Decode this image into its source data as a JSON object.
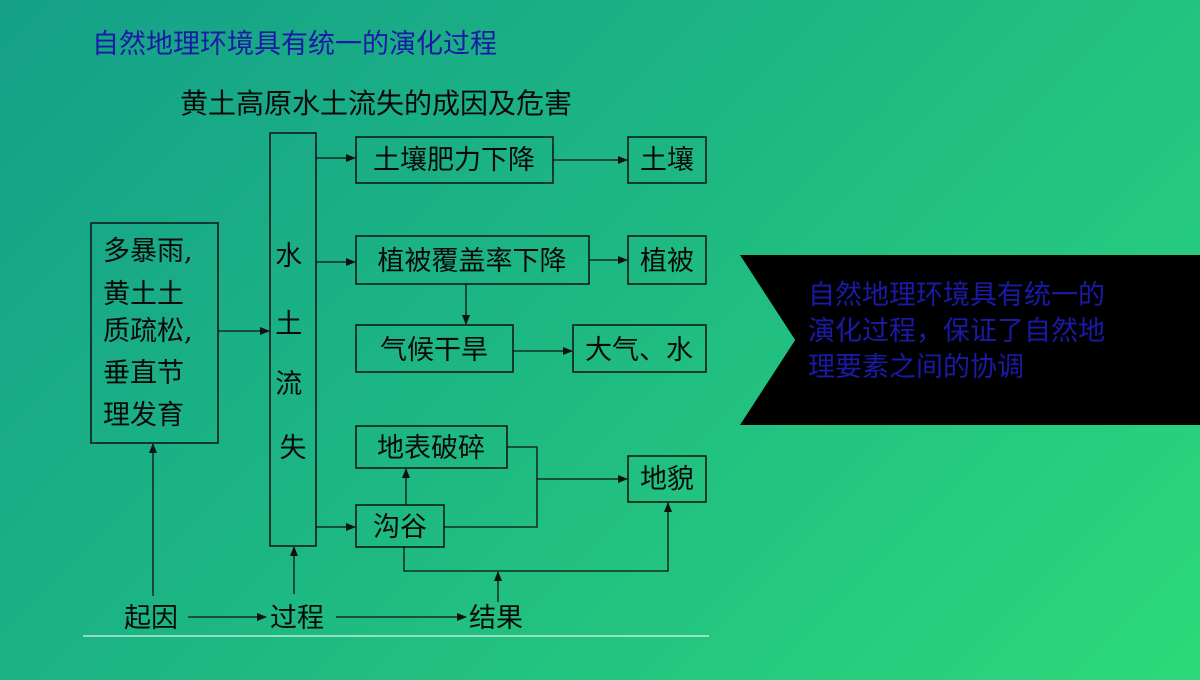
{
  "slide": {
    "title": "自然地理环境具有统一的演化过程"
  },
  "diagram": {
    "title": "黄土高原水土流失的成因及危害",
    "cause_box": [
      "多暴雨,",
      "黄土土",
      "质疏松,",
      "垂直节",
      "理发育"
    ],
    "process_box": [
      "水",
      "土",
      "流",
      "失"
    ],
    "effects": {
      "soil_fertility": "土壤肥力下降",
      "soil": "土壤",
      "vegetation_cover": "植被覆盖率下降",
      "vegetation": "植被",
      "climate": "气候干旱",
      "atmosphere_water": "大气、水",
      "surface": "地表破碎",
      "gully": "沟谷",
      "landform": "地貌"
    },
    "legend": {
      "cause": "起因",
      "process": "过程",
      "result": "结果"
    }
  },
  "callout": {
    "text": "自然地理环境具有统一的\n演化过程，保证了自然地\n理要素之间的协调"
  }
}
